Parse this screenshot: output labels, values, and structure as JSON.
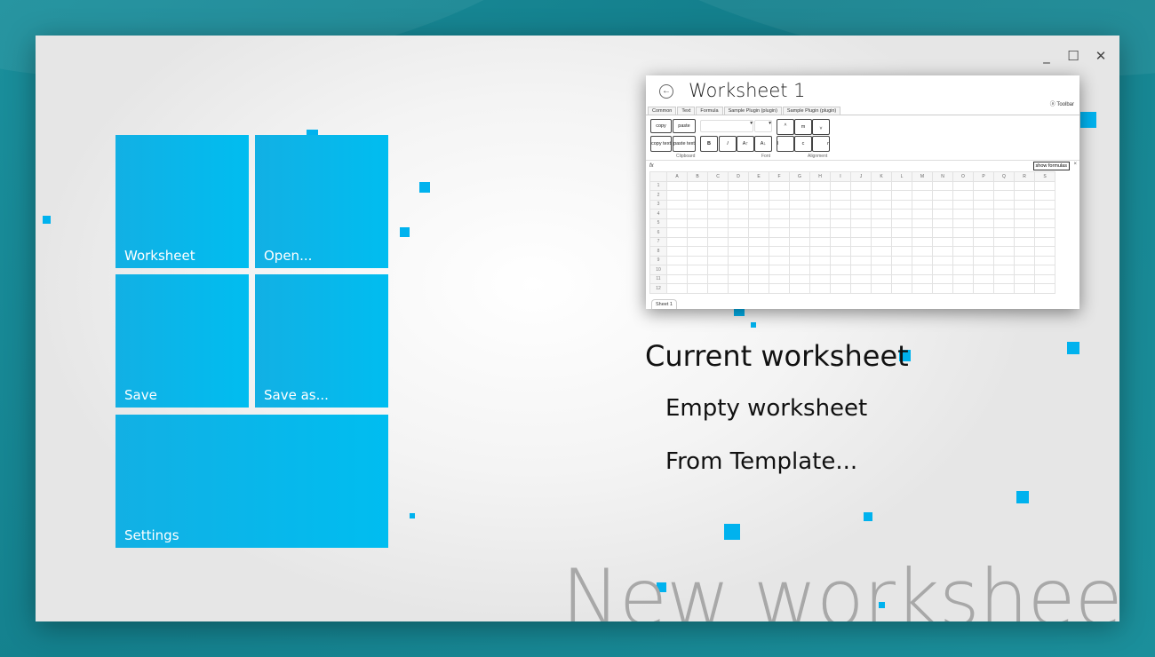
{
  "window": {
    "controls": {
      "minimize": "_",
      "maximize": "☐",
      "close": "✕"
    }
  },
  "tiles": [
    {
      "label": "Worksheet"
    },
    {
      "label": "Open..."
    },
    {
      "label": "Save"
    },
    {
      "label": "Save as..."
    },
    {
      "label": "Settings"
    }
  ],
  "preview": {
    "back_icon": "←",
    "title": "Worksheet 1",
    "toolbar_label": "Toolbar",
    "tabs": [
      "Common",
      "Text",
      "Formula",
      "Sample Plugin (plugin)",
      "Sample Plugin (plugin)"
    ],
    "clipboard_buttons": [
      "copy",
      "paste",
      "copy text",
      "paste text"
    ],
    "font_buttons": [
      "B",
      "I",
      "A↑",
      "A↓"
    ],
    "align_buttons": [
      "˄",
      "m",
      "˅",
      "l",
      "c",
      "r"
    ],
    "groups": [
      "Clipboard",
      "Font",
      "Alignment"
    ],
    "fx_label": "fx",
    "show_formulas": "show formulas",
    "close_x": "×",
    "columns": [
      "A",
      "B",
      "C",
      "D",
      "E",
      "F",
      "G",
      "H",
      "I",
      "J",
      "K",
      "L",
      "M",
      "N",
      "O",
      "P",
      "Q",
      "R",
      "S"
    ],
    "rows": [
      "1",
      "2",
      "3",
      "4",
      "5",
      "6",
      "7",
      "8",
      "9",
      "10",
      "11",
      "12"
    ],
    "sheet_tab": "Sheet 1"
  },
  "menu": {
    "current": "Current worksheet",
    "empty": "Empty worksheet",
    "template": "From Template..."
  },
  "page_title": "New worksheet",
  "colors": {
    "accent": "#00b2ee",
    "tile": "#00bdf0",
    "background": "#1a8f9c"
  }
}
